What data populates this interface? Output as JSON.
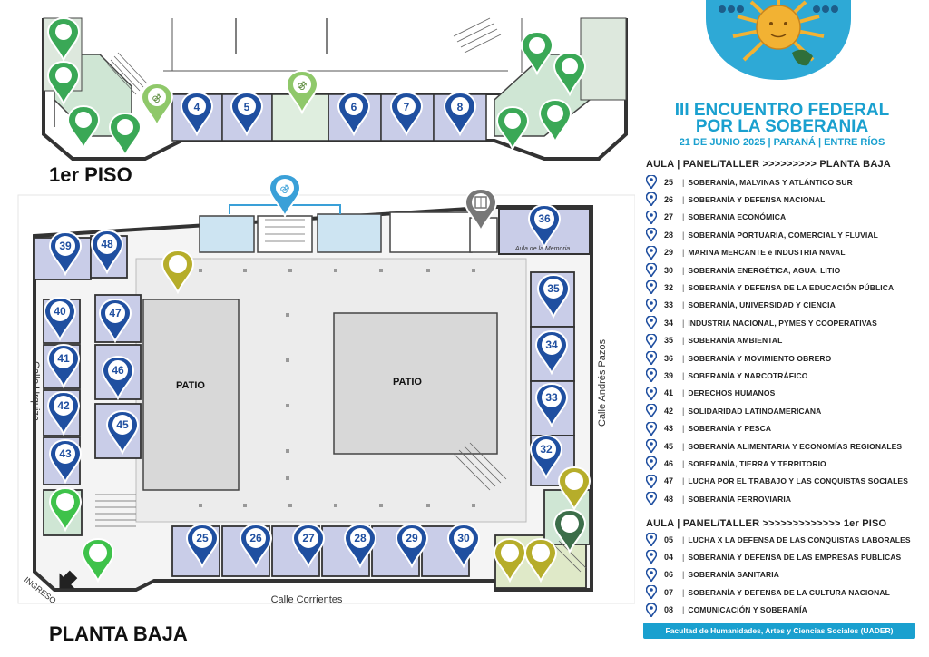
{
  "event": {
    "title_line1": "III ENCUENTRO FEDERAL",
    "title_line2": "POR LA SOBERANIA",
    "subtitle": "21 DE JUNIO 2025 | PARANÁ | ENTRE RÍOS"
  },
  "floors": {
    "upper_label": "1er PISO",
    "ground_label": "PLANTA BAJA"
  },
  "map_labels": {
    "patio_left": "PATIO",
    "patio_right": "PATIO",
    "street_left": "Calle Urquiza",
    "street_right": "Calle Andrés Pazos",
    "street_bottom": "Calle Corrientes",
    "entrance": "INGRESO",
    "aula_memoria": "Aula de la Memoria"
  },
  "ground_header": "AULA  |  PANEL/TALLER  >>>>>>>>> PLANTA BAJA",
  "ground_rooms": [
    {
      "num": "25",
      "name": "SOBERANÍA, MALVINAS Y ATLÁNTICO SUR"
    },
    {
      "num": "26",
      "name": "SOBERANÍA Y DEFENSA NACIONAL"
    },
    {
      "num": "27",
      "name": "SOBERANIA ECONÓMICA"
    },
    {
      "num": "28",
      "name": "SOBERANÍA PORTUARIA, COMERCIAL Y FLUVIAL"
    },
    {
      "num": "29",
      "name": "MARINA MERCANTE e INDUSTRIA NAVAL"
    },
    {
      "num": "30",
      "name": "SOBERANÍA ENERGÉTICA, AGUA, LITIO"
    },
    {
      "num": "32",
      "name": "SOBERANÍA Y DEFENSA DE LA EDUCACIÓN PÚBLICA"
    },
    {
      "num": "33",
      "name": "SOBERANÍA, UNIVERSIDAD Y CIENCIA"
    },
    {
      "num": "34",
      "name": "INDUSTRIA NACIONAL, PYMES Y COOPERATIVAS"
    },
    {
      "num": "35",
      "name": "SOBERANÍA AMBIENTAL"
    },
    {
      "num": "36",
      "name": "SOBERANÍA Y MOVIMIENTO OBRERO"
    },
    {
      "num": "39",
      "name": "SOBERANÍA Y NARCOTRÁFICO"
    },
    {
      "num": "41",
      "name": "DERECHOS HUMANOS"
    },
    {
      "num": "42",
      "name": "SOLIDARIDAD LATINOAMERICANA"
    },
    {
      "num": "43",
      "name": "SOBERANÍA Y PESCA"
    },
    {
      "num": "45",
      "name": "SOBERANÍA ALIMENTARIA Y ECONOMÍAS REGIONALES"
    },
    {
      "num": "46",
      "name": "SOBERANÍA, TIERRA Y TERRITORIO"
    },
    {
      "num": "47",
      "name": "LUCHA POR EL TRABAJO Y LAS CONQUISTAS SOCIALES"
    },
    {
      "num": "48",
      "name": "SOBERANÍA  FERROVIARIA"
    }
  ],
  "upper_header": "AULA  |  PANEL/TALLER  >>>>>>>>>>>>> 1er PISO",
  "upper_rooms": [
    {
      "num": "05",
      "name": "LUCHA X LA DEFENSA DE LAS CONQUISTAS LABORALES"
    },
    {
      "num": "04",
      "name": "SOBERANÍA Y DEFENSA DE LAS EMPRESAS PUBLICAS"
    },
    {
      "num": "06",
      "name": "SOBERANÍA SANITARIA"
    },
    {
      "num": "07",
      "name": "SOBERANÍA Y DEFENSA DE LA CULTURA NACIONAL"
    },
    {
      "num": "08",
      "name": "COMUNICACIÓN Y SOBERANÍA"
    }
  ],
  "footer": "Facultad de Humanidades, Artes y Ciencias Sociales  (UADER)",
  "map_pins": {
    "upper": [
      "4",
      "5",
      "6",
      "7",
      "8"
    ],
    "ground": [
      "25",
      "26",
      "27",
      "28",
      "29",
      "30",
      "32",
      "33",
      "34",
      "35",
      "36",
      "39",
      "40",
      "41",
      "42",
      "43",
      "45",
      "46",
      "47",
      "48"
    ]
  },
  "colors": {
    "accent": "#1aa0cf",
    "pin_blue": "#1f4fa0",
    "pin_green": "#3aa856",
    "pin_olive": "#b6ad2a",
    "room_fill": "#c9cde8"
  },
  "icons": [
    "sun-logo-icon",
    "location-pin-icon",
    "restroom-icon",
    "elevator-icon",
    "entrance-arrow-icon"
  ]
}
